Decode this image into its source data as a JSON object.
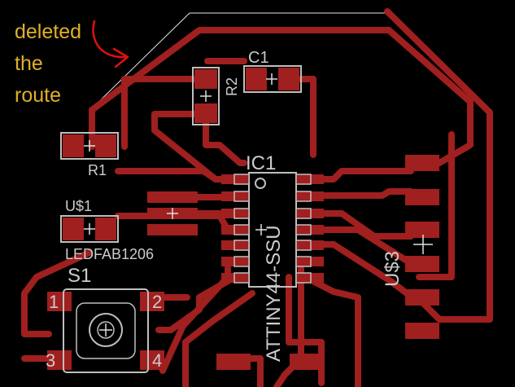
{
  "annotation": {
    "lines": [
      "deleted",
      "the",
      "route"
    ],
    "color": "#e0b02a",
    "arrow_color": "#e01010"
  },
  "colors": {
    "background": "#000000",
    "trace": "#a01f1f",
    "pad": "#a01f1f",
    "outline": "#bfbfbf",
    "silk": "#cccccc",
    "board_edge": "#e6e6e6"
  },
  "labels": {
    "c1": "C1",
    "r2": "R2",
    "r1": "R1",
    "ic1": "IC1",
    "u1": "U$1",
    "led": "LEDFAB1206",
    "s1": "S1",
    "u3": "U$3",
    "attiny": "ATTINY44-SSU",
    "pin1": "1",
    "pin2": "2",
    "pin3": "3",
    "pin4": "4"
  },
  "icons": [
    "component-origin-cross",
    "button-actuator",
    "curved-arrow-icon"
  ]
}
